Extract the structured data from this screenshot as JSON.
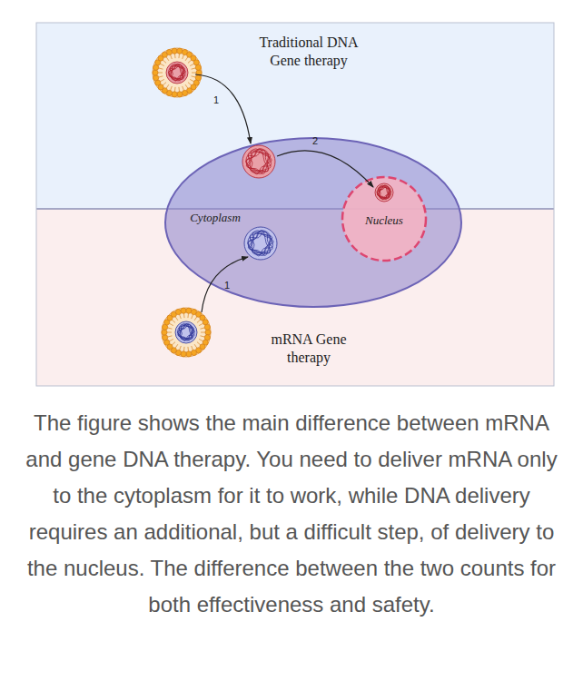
{
  "diagram": {
    "caption": "The figure shows the main difference between mRNA and gene DNA therapy. You need to deliver mRNA only to the cytoplasm for it to work, while DNA delivery requires an additional, but a difficult step, of delivery to the nucleus. The difference between the two counts for both effectiveness and safety.",
    "nodes": [
      {
        "text": [
          "Traditional DNA Gene therapy"
        ]
      },
      {
        "text": [
          "Cytoplasm"
        ]
      },
      {
        "text": [
          "Nucleus"
        ],
        "in": 1
      },
      {
        "text": [
          "mRNA Gene therapy"
        ]
      }
    ],
    "labels": [
      "1",
      "2",
      "1"
    ]
  }
}
